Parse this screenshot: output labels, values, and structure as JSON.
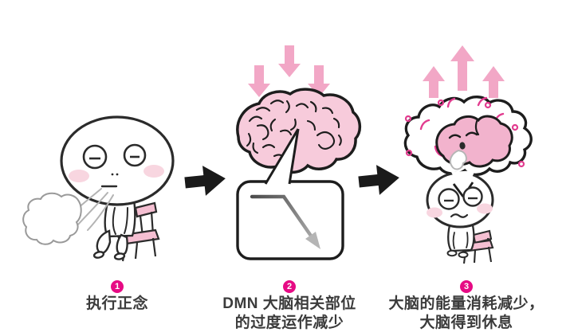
{
  "figure": {
    "title_implicit": "mindfulness-brain-rest-process-diagram",
    "steps": [
      {
        "number": "1",
        "lines": [
          "执行正念"
        ]
      },
      {
        "number": "2",
        "lines": [
          "DMN 大脑相关部位",
          "的过度运作减少"
        ]
      },
      {
        "number": "3",
        "lines": [
          "大脑的能量消耗减少，",
          "大脑得到休息"
        ]
      }
    ],
    "icons": [
      "breath-puff-icon",
      "down-arrows-icon",
      "brain-icon",
      "declining-trend-arrow-icon",
      "next-step-arrow-icon",
      "up-arrows-icon",
      "thought-bubble-icon",
      "sleeping-brain-icon"
    ],
    "colors": {
      "badge_magenta": "#e60a84",
      "pink_arrow": "#f2a7c6",
      "brain_fill": "#f7cbdb",
      "sleeping_brain_fill": "#f2b3cd",
      "chair_pink": "#f5bfd2",
      "blush_pink": "#f8d6e0",
      "outline_black": "#1d1d1d",
      "breath_gray": "#9a9a9a",
      "decline_arrow_dark": "#4d4d4d",
      "decline_arrow_light": "#b5b5b5",
      "accent_squiggle_pink": "#e23c8f",
      "label_text": "#3b3b3b",
      "background": "#ffffff"
    }
  }
}
